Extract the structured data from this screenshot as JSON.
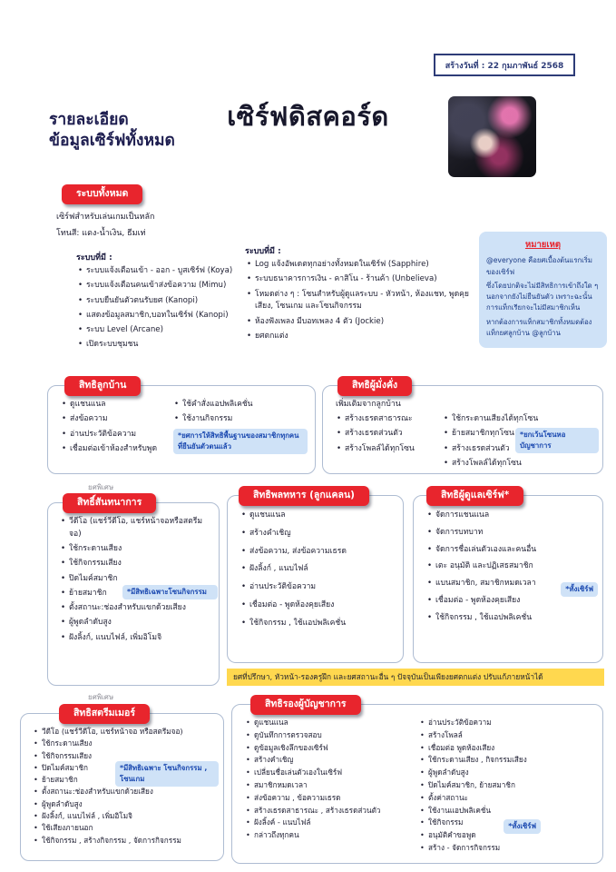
{
  "header": {
    "created_date": "สร้างวันที่ : 22 กุมภาพันธ์ 2568",
    "subtitle_line1": "รายละเอียด",
    "subtitle_line2": "ข้อมูลเซิร์ฟทั้งหมด",
    "title": "เซิร์ฟดิสคอร์ด",
    "avatar": "anime-character-avatar"
  },
  "colors": {
    "accent_red": "#E8252D",
    "navy": "#2E3C78",
    "note_blue_bg": "#CFE2F7",
    "note_blue_text": "#1B49B0",
    "highlight_yellow": "#FFD84F"
  },
  "labels": {
    "special_role": "ยศพิเศษ"
  },
  "systems": {
    "badge": "ระบบทั้งหมด",
    "intro1": "เซิร์ฟสำหรับเล่นเกมเป็นหลัก",
    "intro2": "โทนสี: แดง-น้ำเงิน, ธีมเท่",
    "col1_header": "ระบบที่มี :",
    "col1_items": [
      "ระบบแจ้งเตือนเข้า - ออก - บูสเซิร์ฟ (Koya)",
      "ระบบแจ้งเตือนคนเข้าส่งข้อความ (Mimu)",
      "ระบบยืนยันตัวตนรับยศ (Kanopi)",
      "แสดงข้อมูลสมาชิก,บอทในเซิร์ฟ (Kanopi)",
      "ระบบ Level (Arcane)",
      "เปิดระบบชุมชน"
    ],
    "col2_header": "ระบบที่มี :",
    "col2_items": [
      "Log แจ้งอัพเดตทุกอย่างทั้งหมดในเซิร์ฟ (Sapphire)",
      "ระบบธนาคารการเงิน - คาสิโน - ร้านค้า (Unbelieva)",
      "โหมดต่าง ๆ : โซนสำหรับผู้ดูแลระบบ - หัวหน้า, ห้องแชท, พูดคุยเสียง, โซนเกม และโซนกิจกรรม",
      "ห้องฟังเพลง มีบอทเพลง 4 ตัว (Jockie)",
      "ยศตกแต่ง"
    ],
    "note": {
      "title": "หมายเหตุ",
      "body1": "@everyone คือยศเบื้องต้นแรกเริ่มของเซิร์ฟ",
      "body2": "ซึ่งโดยปกติจะไม่มีสิทธิการเข้าถึงใด ๆ นอกจากยังไม่ยืนยันตัว เพราะฉะนั้นการแท็กเรียกจะไม่มีสมาชิกเห็น",
      "body3": "หากต้องการแท็กสมาชิกทั้งหมดต้องแท็กยศลูกบ้าน @ลูกบ้าน"
    }
  },
  "resident": {
    "badge": "สิทธิลูกบ้าน",
    "col1_items": [
      "ดูแชนแนล",
      "ส่งข้อความ",
      "อ่านประวัติข้อความ",
      "เชื่อมต่อเข้าห้องสำหรับพูด"
    ],
    "col2_items": [
      "ใช้คำสั่งแอปพลิเคชั่น",
      "ใช้งานกิจกรรม"
    ],
    "note": "*ยศการให้สิทธิพื้นฐานของสมาชิกทุกคนที่ยืนยันตัวตนแล้ว"
  },
  "booster": {
    "badge": "สิทธิผู้มั่งคั่ง",
    "intro": "เพิ่มเติมจากลูกบ้าน",
    "col1_items": [
      "สร้างเธรดสาธารณะ",
      "สร้างเธรดส่วนตัว",
      "สร้างโพลล์ได้ทุกโซน"
    ],
    "col2_items": [
      "ใช้กระดานเสียงได้ทุกโซน",
      "ย้ายสมาชิกทุกโซน",
      "สร้างเธรดส่วนตัว",
      "สร้างโพลล์ได้ทุกโซน"
    ],
    "note": "*ยกเว้นโซนหอบัญชาการ"
  },
  "recreation": {
    "badge": "สิทธิ์สันทนาการ",
    "items": [
      "วีดีโอ (แชร์วีดีโอ, แชร์หน้าจอหรือสตรีมจอ)",
      "ใช้กระดานเสียง",
      "ใช้กิจกรรมเสียง",
      "ปิดไมค์สมาชิก",
      "ย้ายสมาชิก",
      "ตั้งสถานะ:ช่องสำหรับแขกด้วยเสียง",
      "ผู้พูดลำดับสูง",
      "ฝังลิ้งก์, แนบไฟล์, เพิ่มอิโมจิ"
    ],
    "note": "*มีสิทธิเฉพาะโซนกิจกรรม"
  },
  "soldier": {
    "badge": "สิทธิพลทหาร (ลูกแคลน)",
    "items": [
      "ดูแชนแนล",
      "สร้างคำเชิญ",
      "ส่งข้อความ, ส่งข้อความเธรด",
      "ฝังลิ้งก์ , แนบไฟล์",
      "อ่านประวัติข้อความ",
      "เชื่อมต่อ - พูดห้องคุยเสียง",
      "ใช้กิจกรรม , ใช้แอปพลิเคชั่น"
    ]
  },
  "admin": {
    "badge": "สิทธิผู้ดูแลเซิร์ฟ*",
    "items": [
      "จัดการแชนแนล",
      "จัดการบทบาท",
      "จัดการชื่อเล่นตัวเองและคนอื่น",
      "เตะ อนุมัติ และปฏิเสธสมาชิก",
      "แบนสมาชิก, สมาชิกหมดเวลา",
      "เชื่อมต่อ - พูดห้องคุยเสียง",
      "ใช้กิจกรรม , ใช้แอปพลิเคชั่น"
    ],
    "note": "*ทั้งเซิร์ฟ"
  },
  "yellow_note": "ยศที่ปรึกษา, หัวหน้า-รองครูฝึก และยศสถานะอื่น ๆ ปัจจุบันเป็นเพียงยศตกแต่ง ปรับแก้ภายหน้าได้",
  "streamer": {
    "badge": "สิทธิสตรีมเมอร์",
    "items": [
      "วีดีโอ (แชร์วีดีโอ, แชร์หน้าจอ หรือสตรีมจอ)",
      "ใช้กระดานเสียง",
      "ใช้กิจกรรมเสียง",
      "ปิดไมค์สมาชิก",
      "ย้ายสมาชิก",
      "ตั้งสถานะ:ช่องสำหรับแขกด้วยเสียง",
      "ผู้พูดลำดับสูง",
      "ฝังลิ้งก์, แนบไฟล์ , เพิ่มอิโมจิ",
      "ใช้เสียงภายนอก",
      "ใช้กิจกรรม , สร้างกิจกรรม , จัดการกิจกรรม"
    ],
    "note": "*มีสิทธิเฉพาะ โซนกิจกรรม , โซนเกม"
  },
  "vice_commander": {
    "badge": "สิทธิรองผู้บัญชาการ",
    "col1_items": [
      "ดูแชนแนล",
      "ดูบันทึกการตรวจสอบ",
      "ดูข้อมูลเชิงลึกของเซิร์ฟ",
      "สร้างคำเชิญ",
      "เปลี่ยนชื่อเล่นตัวเองในเซิร์ฟ",
      "สมาชิกหมดเวลา",
      "ส่งข้อความ , ข้อความเธรด",
      "สร้างเธรดสาธารณะ , สร้างเธรดส่วนตัว",
      "ฝังลิ้งค์ - แนบไฟล์",
      "กล่าวถึงทุกคน"
    ],
    "col2_items": [
      "อ่านประวัติข้อความ",
      "สร้างโพลล์",
      "เชื่อมต่อ พูดห้องเสียง",
      "ใช้กระดานเสียง , กิจกรรมเสียง",
      "ผู้พูดลำดับสูง",
      "ปิดไมค์สมาชิก, ย้ายสมาชิก",
      "ตั้งค่าสถานะ",
      "ใช้งานแอปพลิเคชั่น",
      "ใช้กิจกรรม",
      "อนุมัติคำขอพูด",
      "สร้าง - จัดการกิจกรรม"
    ],
    "note": "*ทั้งเซิร์ฟ"
  }
}
